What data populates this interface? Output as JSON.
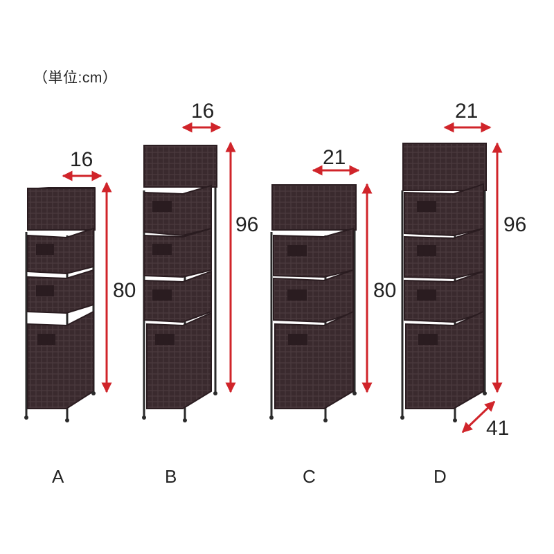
{
  "unit_label": "（単位:cm）",
  "colors": {
    "arrow": "#d0242a",
    "basket": "#3a2a2e",
    "frame": "#2a2a2a"
  },
  "units": [
    {
      "letter": "A",
      "width": "16",
      "height": "80"
    },
    {
      "letter": "B",
      "width": "16",
      "height": "96"
    },
    {
      "letter": "C",
      "width": "21",
      "height": "80"
    },
    {
      "letter": "D",
      "width": "21",
      "height": "96",
      "depth": "41"
    }
  ]
}
